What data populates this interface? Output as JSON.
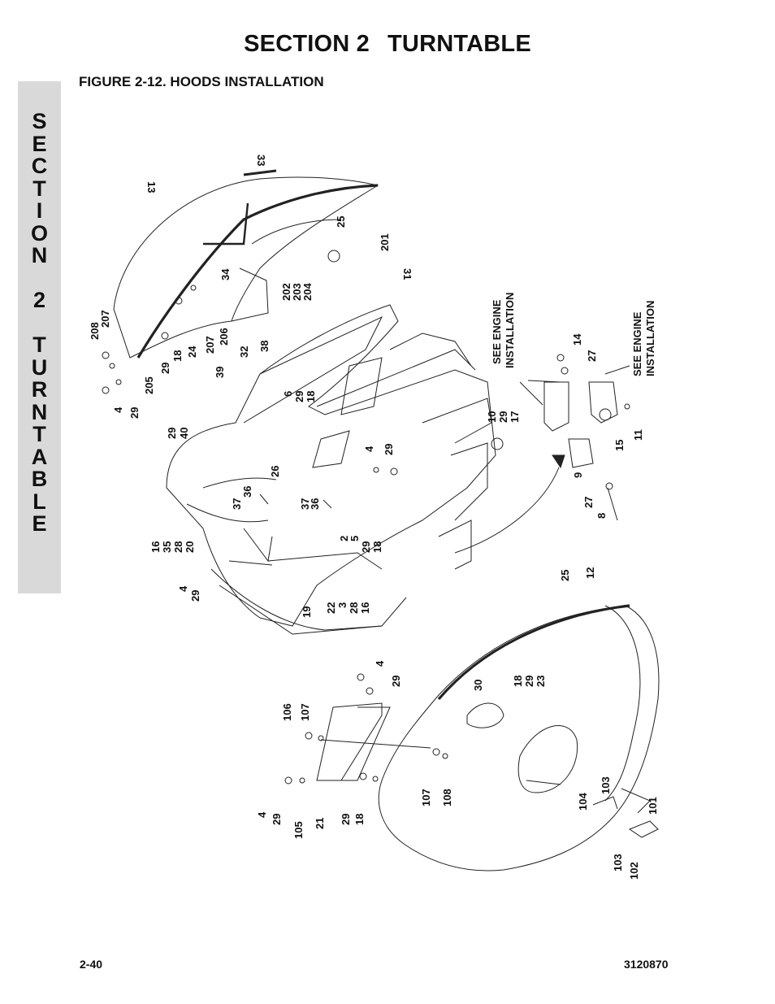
{
  "header": {
    "section": "SECTION 2",
    "title": "TURNTABLE"
  },
  "figure_title": "FIGURE 2-12.  HOODS INSTALLATION",
  "side_tab": {
    "text": "S\nE\nC\nT\nI\nO\nN\n \n2\n \nT\nU\nR\nN\nT\nA\nB\nL\nE"
  },
  "footer": {
    "page": "2-40",
    "doc_number": "3120870"
  },
  "callouts": [
    "33",
    "13",
    "25",
    "201",
    "34",
    "202",
    "203",
    "204",
    "31",
    "208",
    "207",
    "205",
    "29",
    "18",
    "24",
    "207",
    "206",
    "4",
    "29",
    "39",
    "32",
    "38",
    "6",
    "29",
    "18",
    "29",
    "40",
    "26",
    "37",
    "36",
    "37",
    "36",
    "16",
    "35",
    "28",
    "20",
    "2",
    "5",
    "29",
    "18",
    "22",
    "3",
    "28",
    "16",
    "19",
    "4",
    "29",
    "4",
    "29",
    "10",
    "29",
    "17",
    "14",
    "27",
    "9",
    "27",
    "8",
    "15",
    "11",
    "25",
    "12",
    "30",
    "18",
    "29",
    "23",
    "4",
    "29",
    "106",
    "107",
    "107",
    "108",
    "4",
    "29",
    "105",
    "21",
    "29",
    "18",
    "104",
    "103",
    "101",
    "103",
    "102"
  ],
  "notes": [
    "SEE ENGINE",
    "INSTALLATION",
    "SEE ENGINE",
    "INSTALLATION"
  ]
}
